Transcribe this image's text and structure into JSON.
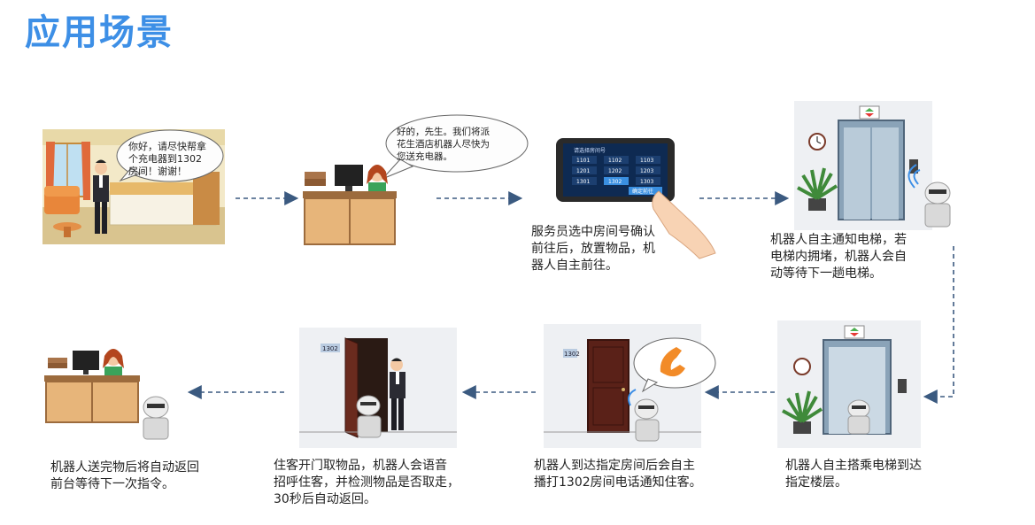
{
  "title": "应用场景",
  "bubbles": {
    "guest": [
      "你好，请尽快帮拿",
      "个充电器到1302",
      "房间！谢谢！"
    ],
    "reception": [
      "好的，先生。我们将派",
      "花生酒店机器人尽快为",
      "您送充电器。"
    ]
  },
  "tablet": {
    "header": "请选择房间号",
    "rooms": [
      "1101",
      "1102",
      "1103",
      "1201",
      "1202",
      "1203",
      "1301",
      "1302",
      "1303"
    ],
    "selected": "1302",
    "confirm": "确定前往"
  },
  "door_number": "1302",
  "captions": {
    "step3": [
      "服务员选中房间号确认",
      "前往后，放置物品，机",
      "器人自主前往。"
    ],
    "step4": [
      "机器人自主通知电梯，若",
      "电梯内拥堵，机器人会自",
      "动等待下一趟电梯。"
    ],
    "step5": [
      "机器人自主搭乘电梯到达",
      "指定楼层。"
    ],
    "step6": [
      "机器人到达指定房间后会自主",
      "播打1302房间电话通知住客。"
    ],
    "step7": [
      "住客开门取物品，机器人会语音",
      "招呼住客，并检测物品是否取走，",
      "30秒后自动返回。"
    ],
    "step8": [
      "机器人送完物后将自动返回",
      "前台等待下一次指令。"
    ]
  },
  "colors": {
    "title": "#3d8fe6",
    "arrow": "#3b5a80"
  }
}
